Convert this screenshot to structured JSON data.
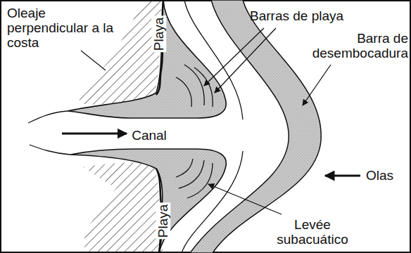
{
  "diagram": {
    "labels": [
      "Oleaje perpendicular a la costa",
      "Playa",
      "Barras de playa",
      "Barra de desembocadura",
      "Canal",
      "Olas",
      "Levée subacuático",
      "Playa"
    ]
  }
}
